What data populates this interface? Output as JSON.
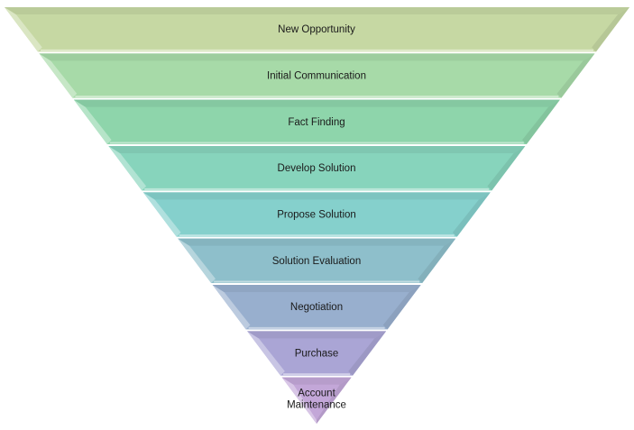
{
  "diagram": {
    "type": "inverted-funnel",
    "stages": [
      {
        "label": "New Opportunity",
        "color": "#C6D8A3"
      },
      {
        "label": "Initial Communication",
        "color": "#A7DAA8"
      },
      {
        "label": "Fact Finding",
        "color": "#8ED5AB"
      },
      {
        "label": "Develop Solution",
        "color": "#87D4BC"
      },
      {
        "label": "Propose Solution",
        "color": "#85D0CC"
      },
      {
        "label": "Solution Evaluation",
        "color": "#8EBFCB"
      },
      {
        "label": "Negotiation",
        "color": "#98AFCE"
      },
      {
        "label": "Purchase",
        "color": "#AAA5D5"
      },
      {
        "label": "Account Maintenance",
        "label_lines": [
          "Account",
          "Maintenance"
        ],
        "color": "#C3A7D8"
      }
    ]
  }
}
